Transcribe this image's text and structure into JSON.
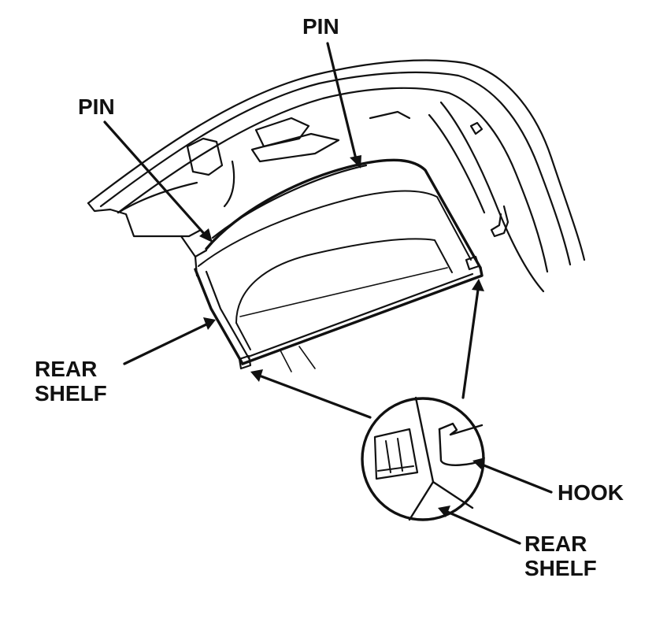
{
  "labels": {
    "pin_top": "PIN",
    "pin_left": "PIN",
    "rear_shelf_left": [
      "REAR",
      "SHELF"
    ],
    "hook": "HOOK",
    "rear_shelf_right": [
      "REAR",
      "SHELF"
    ]
  },
  "colors": {
    "line": "#111111",
    "background": "#ffffff"
  }
}
